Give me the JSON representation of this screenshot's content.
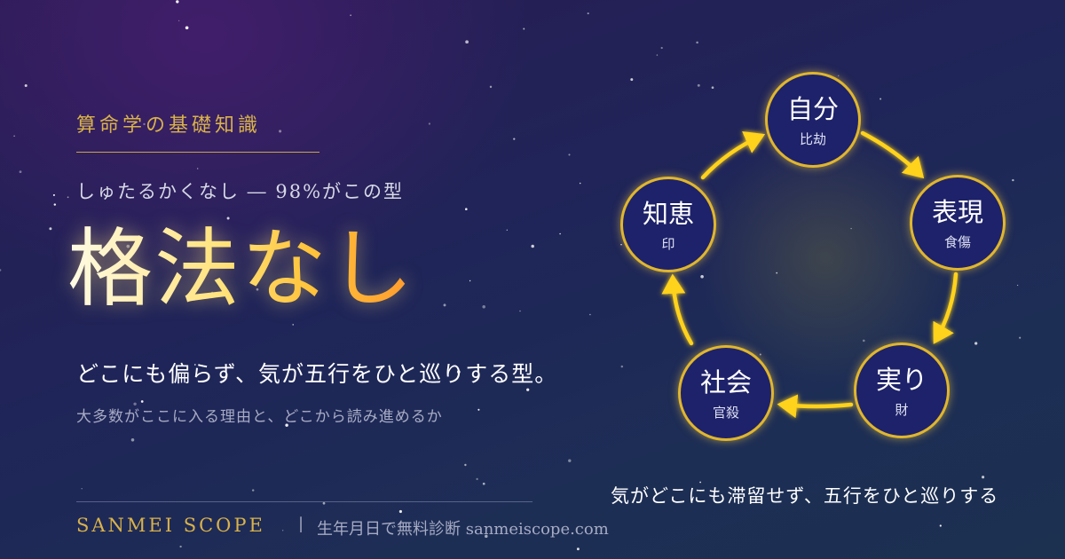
{
  "header": {
    "section_label": "算命学の基礎知識",
    "reading_line": "しゅたるかくなし ― 98%がこの型"
  },
  "hero": {
    "title": "格法なし",
    "description": "どこにも偏らず、気が五行をひと巡りする型。",
    "sub_description": "大多数がここに入る理由と、どこから読み進めるか"
  },
  "footer": {
    "brand": "SANMEI SCOPE",
    "separator": "|",
    "link_text": "生年月日で無料診断 sanmeiscope.com"
  },
  "cycle": {
    "caption": "気がどこにも滞留せず、五行をひと巡りする",
    "nodes": [
      {
        "main": "自分",
        "sub": "比劫"
      },
      {
        "main": "表現",
        "sub": "食傷"
      },
      {
        "main": "実り",
        "sub": "財"
      },
      {
        "main": "社会",
        "sub": "官殺"
      },
      {
        "main": "知恵",
        "sub": "印"
      }
    ]
  },
  "colors": {
    "accent_gold": "#d9b24a",
    "arrow_yellow": "#ffd21f",
    "node_fill": "#1e226a",
    "node_border": "#e0b62d"
  },
  "icons": {
    "cycle_arrows": "arrow-icon"
  }
}
